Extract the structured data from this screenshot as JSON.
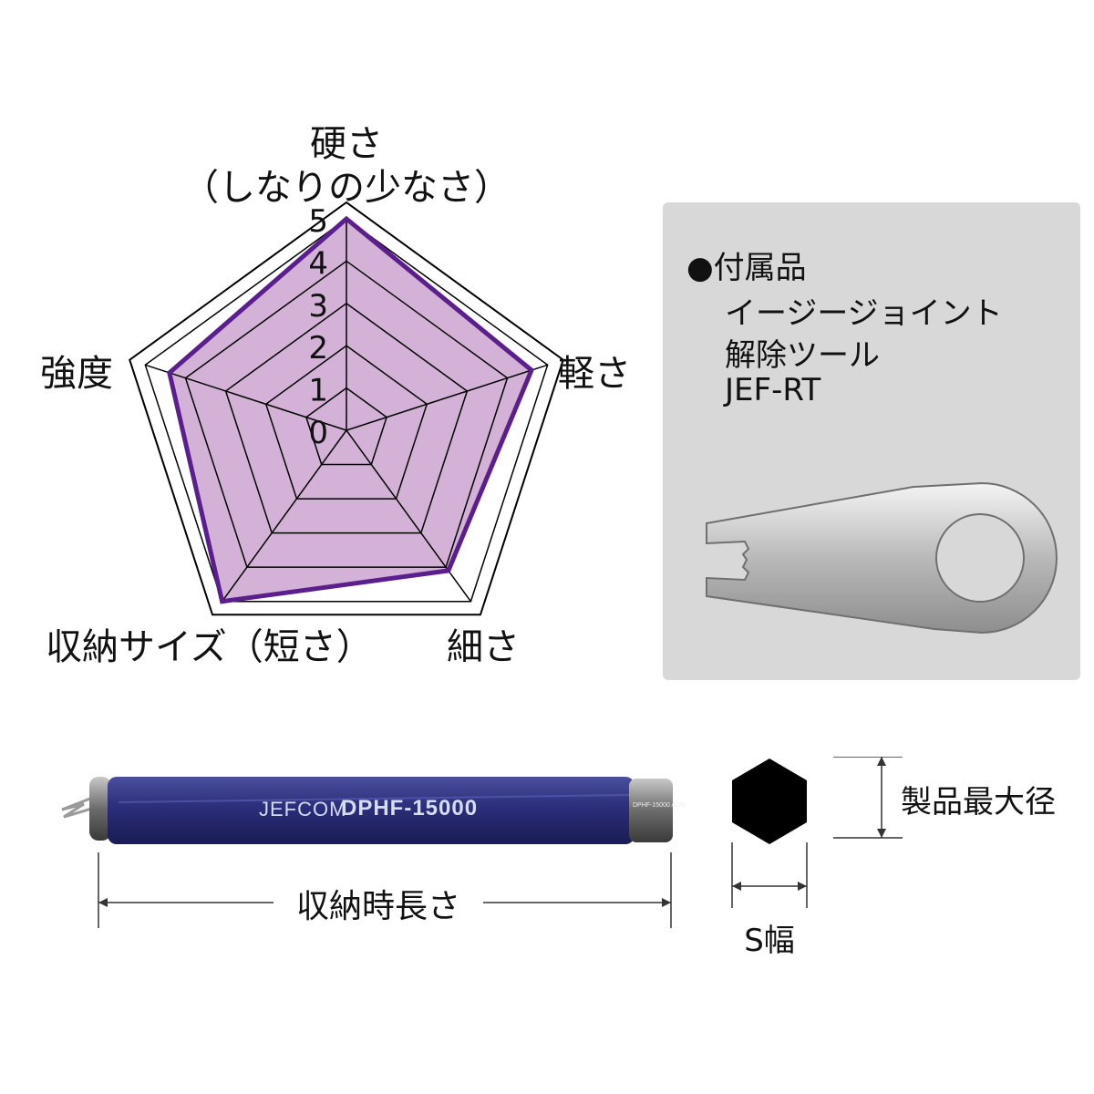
{
  "chart_data": {
    "type": "radar",
    "axes": [
      {
        "label_lines": [
          "硬さ",
          "（しなりの少なさ）"
        ],
        "value": 5
      },
      {
        "label_lines": [
          "軽さ"
        ],
        "value": 4.6
      },
      {
        "label_lines": [
          "細さ"
        ],
        "value": 4.1
      },
      {
        "label_lines": [
          "収納サイズ（短さ）"
        ],
        "value": 5
      },
      {
        "label_lines": [
          "強度"
        ],
        "value": 4.4
      }
    ],
    "scale": {
      "min": 0,
      "max": 5,
      "ticks": [
        "0",
        "1",
        "2",
        "3",
        "4",
        "5"
      ]
    },
    "colors": {
      "fill": "#d4b2d8",
      "stroke": "#5a1f8c",
      "grid": "#000000"
    }
  },
  "accessory": {
    "title": "●付属品",
    "items": [
      "イージージョイント",
      "解除ツール",
      "JEF-RT"
    ]
  },
  "product": {
    "brand": "JEFCOM",
    "model": "DPHF-15000",
    "cap_text": "DPHF-15000 ADM",
    "length_label": "収納時長さ",
    "diameter_label": "製品最大径",
    "width_label": "S幅",
    "body_color": "#2b2e7a"
  }
}
